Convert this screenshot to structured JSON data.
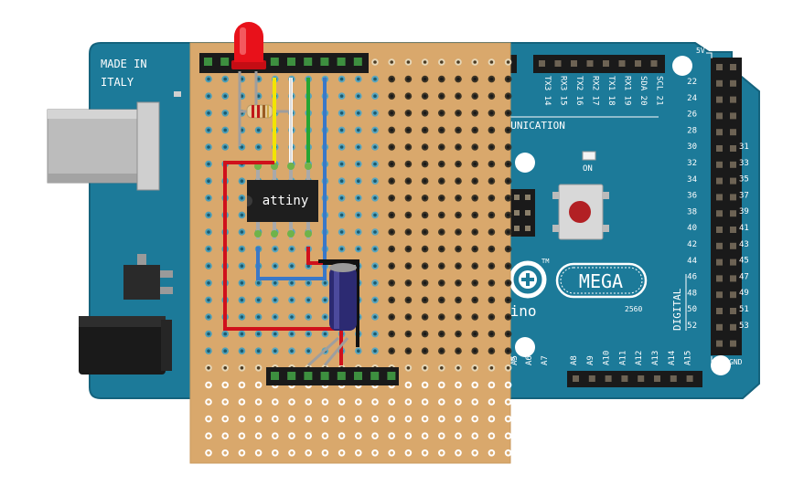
{
  "board": {
    "made_in_line1": "MADE IN",
    "made_in_line2": "ITALY",
    "comm_label": "MMUNICATION",
    "logo_suffix": "uino",
    "model_label": "MEGA",
    "model_number": "2560",
    "digital_label": "DIGITAL",
    "on_label": "ON",
    "tm_label": "TM",
    "power_5v": "5V",
    "gnd_label": "GND",
    "comm_pins": [
      "TX3 14",
      "RX3 15",
      "TX2 16",
      "RX2 17",
      "TX1 18",
      "RX1 19",
      "SDA 20",
      "SCL 21"
    ],
    "digital_left": [
      "22",
      "24",
      "26",
      "28",
      "30",
      "32",
      "34",
      "36",
      "38",
      "40",
      "42",
      "44",
      "46",
      "48",
      "50",
      "52"
    ],
    "digital_right": [
      "31",
      "33",
      "35",
      "37",
      "39",
      "41",
      "43",
      "45",
      "47",
      "49",
      "51",
      "53"
    ],
    "analog_pins": [
      "A5",
      "A6",
      "A7",
      "A8",
      "A9",
      "A10",
      "A11",
      "A12",
      "A13",
      "A14",
      "A15"
    ],
    "partial_labels": [
      "0",
      "6"
    ]
  },
  "protoboard": {
    "chip_label": "attiny"
  },
  "colors": {
    "board": "#1c7a99",
    "board_edge": "#15637d",
    "perfboard": "#d9a86c",
    "header": "#1a1a1a",
    "wire_red": "#d0111b",
    "wire_yellow": "#f2e500",
    "wire_white": "#ffffff",
    "wire_green": "#26a532",
    "wire_blue": "#3a78c8",
    "wire_black": "#111111",
    "led": "#e8111a",
    "capacitor": "#2c2a72"
  }
}
